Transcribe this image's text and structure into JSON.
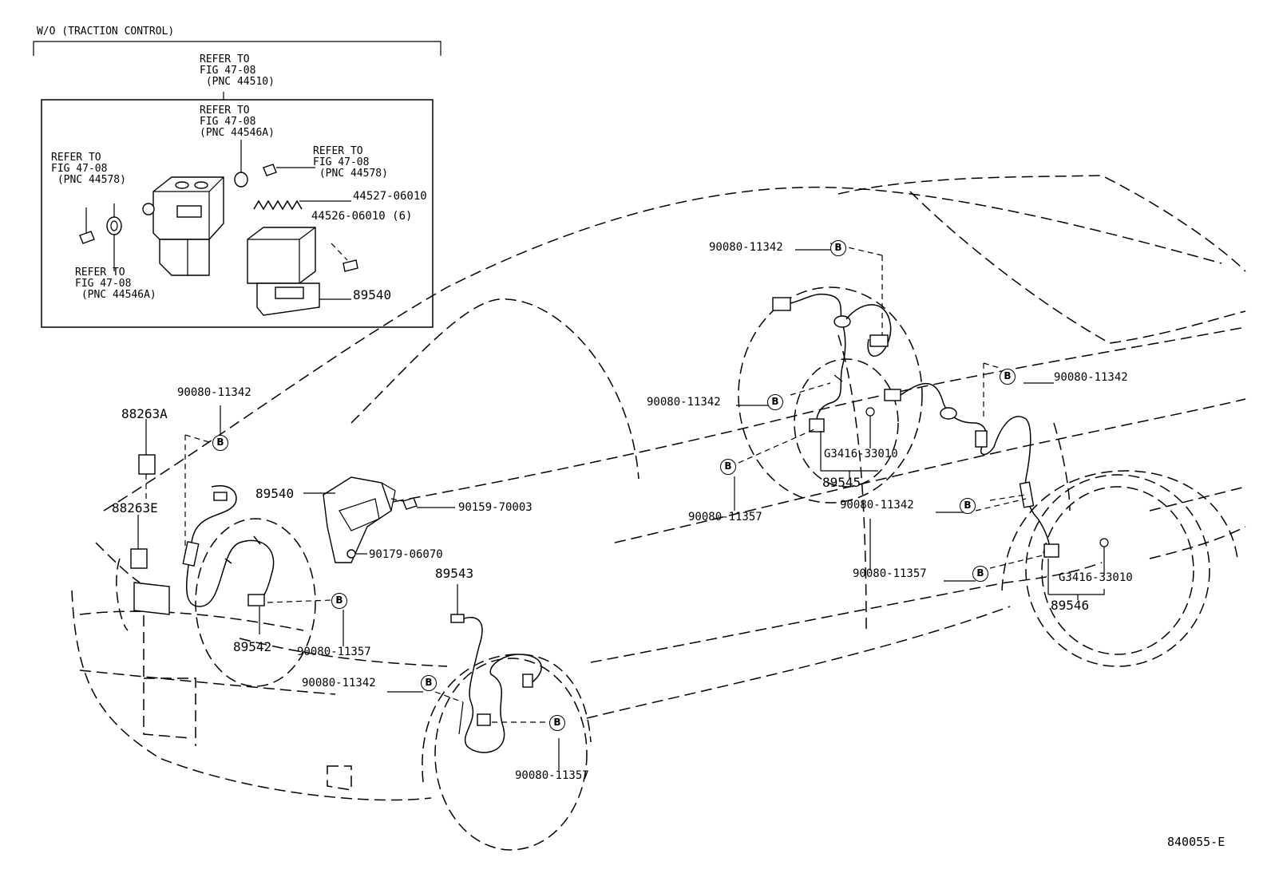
{
  "title": "W/O (TRACTION CONTROL)",
  "figure_code": "840055-E",
  "marker": "B",
  "inset_refs": {
    "top": "REFER TO\nFIG 47-08\n (PNC 44510)",
    "upper_mid": "REFER TO\nFIG 47-08\n(PNC 44546A)",
    "left_upper": "REFER TO\nFIG 47-08\n (PNC 44578)",
    "right_upper": "REFER TO\nFIG 47-08\n (PNC 44578)",
    "left_lower": "REFER TO\nFIG 47-08\n (PNC 44546A)"
  },
  "parts": {
    "p44527": "44527-06010",
    "p44526": "44526-06010 (6)",
    "p89540_inset": "89540",
    "p88263A": "88263A",
    "p88263E": "88263E",
    "p90080_11342_front": "90080-11342",
    "p89540_main": "89540",
    "p90159": "90159-70003",
    "p90179": "90179-06070",
    "p89543": "89543",
    "p89542": "89542",
    "p90080_11357_front_left": "90080-11357",
    "p90080_11342_lower": "90080-11342",
    "p90080_11357_front_right": "90080-11357",
    "p90080_11342_rear_top": "90080-11342",
    "p90080_11342_rear_mid": "90080-11342",
    "p90080_11342_rear_right": "90080-11342",
    "pG3416_left": "G3416-33010",
    "p89545": "89545",
    "p90080_11357_rear_left": "90080-11357",
    "p90080_11342_rear_lower": "90080-11342",
    "p90080_11357_rear_right": "90080-11357",
    "pG3416_right": "G3416-33010",
    "p89546": "89546"
  }
}
